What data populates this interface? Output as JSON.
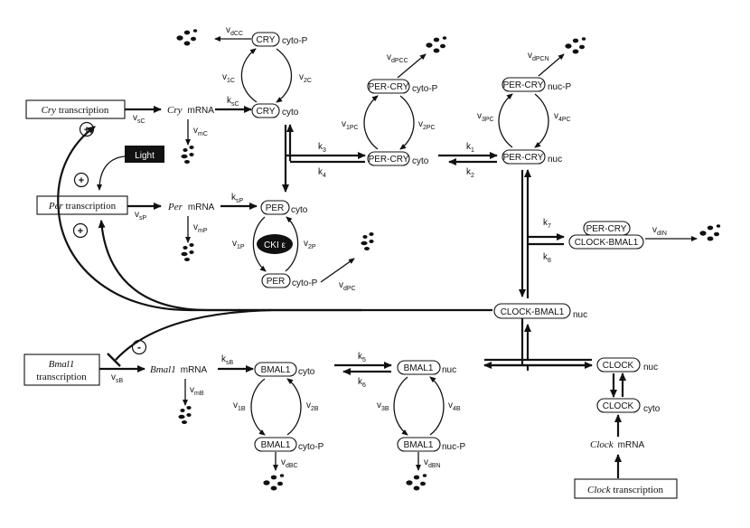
{
  "transcription": {
    "cry_italic": "Cry",
    "cry_rest": " transcription",
    "per_italic": "Per",
    "per_rest": " transcription",
    "bmal_italic": "Bmal1",
    "bmal_rest": "transcription",
    "clock_italic": "Clock",
    "clock_rest": " transcription"
  },
  "mrna": {
    "cry": "Cry",
    "per": "Per",
    "bmal": "Bmal1",
    "clock": "Clock",
    "suffix": "mRNA"
  },
  "species": {
    "cry": "CRY",
    "per": "PER",
    "per_cry": "PER-CRY",
    "bmal1": "BMAL1",
    "clock": "CLOCK",
    "clock_bmal1": "CLOCK-BMAL1",
    "cki": "CKI ε"
  },
  "compartments": {
    "cyto": "cyto",
    "cyto_p": "cyto-P",
    "nuc": "nuc",
    "nuc_p": "nuc-P"
  },
  "light_label": "Light",
  "signs": {
    "plus": "+",
    "minus": "-"
  },
  "rates": {
    "vsC": "sC",
    "vmC": "mC",
    "ksC": "sC",
    "vsP": "sP",
    "vmP": "mP",
    "ksP": "sP",
    "vsB": "sB",
    "vmB": "mB",
    "ksB": "sB",
    "v1C": "1C",
    "v2C": "2C",
    "vdCC": "dCC",
    "v1P": "1P",
    "v2P": "2P",
    "vdPC": "dPC",
    "v1PC": "1PC",
    "v2PC": "2PC",
    "vdPCC": "dPCC",
    "v3PC": "3PC",
    "v4PC": "4PC",
    "vdPCN": "dPCN",
    "v1B": "1B",
    "v2B": "2B",
    "vdBC": "dBC",
    "v3B": "3B",
    "v4B": "4B",
    "vdBN": "dBN",
    "vdIN": "dIN",
    "k1": "1",
    "k2": "2",
    "k3": "3",
    "k4": "4",
    "k5": "5",
    "k6": "6",
    "k7": "7",
    "k8": "8"
  },
  "rate_prefix": {
    "v": "v",
    "k": "k"
  }
}
